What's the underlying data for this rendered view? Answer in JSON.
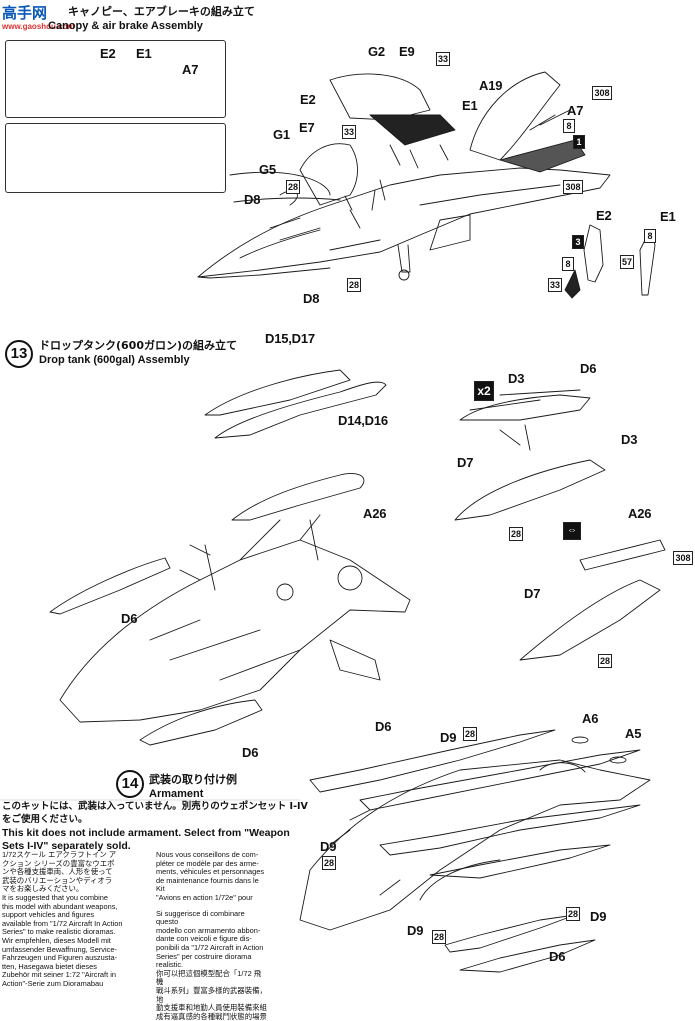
{
  "watermark": {
    "cn": "高手网",
    "url": "www.gaoshou.com"
  },
  "step12": {
    "title_jp": "キャノピー、エアブレーキの組み立て",
    "title_en": "Canopy & air brake Assembly"
  },
  "step13": {
    "number": "13",
    "title_jp": "ドロップタンク(600ガロン)の組み立て",
    "title_en": "Drop tank (600gal) Assembly"
  },
  "step14": {
    "number": "14",
    "title_jp": "武装の取り付け例",
    "title_en": "Armament"
  },
  "labels12": {
    "thumb_e2": "E2",
    "thumb_e1": "E1",
    "thumb_a7": "A7",
    "g2": "G2",
    "e9": "E9",
    "a19": "A19",
    "e2": "E2",
    "e1": "E1",
    "a7": "A7",
    "e7": "E7",
    "g1": "G1",
    "g5": "G5",
    "d8a": "D8",
    "d8b": "D8",
    "e2b": "E2",
    "e1b": "E1"
  },
  "boxes12": {
    "b33a": "33",
    "b33b": "33",
    "b308a": "308",
    "b8a": "8",
    "b1": "1",
    "b308b": "308",
    "b28a": "28",
    "b28b": "28",
    "b3": "3",
    "b8b": "8",
    "b33c": "33",
    "b8c": "8",
    "b57": "57"
  },
  "labels13": {
    "d15": "D15,D17",
    "d14": "D14,D16",
    "x2": "x2",
    "d3a": "D3",
    "d6a": "D6",
    "d3b": "D3",
    "d7a": "D7",
    "a26a": "A26",
    "d6b": "D6",
    "d6c": "D6",
    "a26b": "A26",
    "d7b": "D7"
  },
  "boxes13": {
    "b28a": "28",
    "b28b": "28",
    "b308": "308"
  },
  "labels14": {
    "d6a": "D6",
    "a6": "A6",
    "a5": "A5",
    "d9a": "D9",
    "d9b": "D9",
    "d9c": "D9",
    "d9d": "D9",
    "d6b": "D6"
  },
  "boxes14": {
    "b28a": "28",
    "b28b": "28",
    "b28c": "28",
    "b28d": "28"
  },
  "notice": {
    "jp": "このキットには、武装は入っていません。別売りのウェポンセット I-IVをご使用ください。",
    "en": "This kit does not include armament. Select from \"Weapon Sets I-IV\" separately sold."
  },
  "col1": [
    "1/72スケール エアクラフトイン ア",
    "クション シリーズの豊富なウエポ",
    "ンや各種支援車両、人形を使って",
    "武装のバリエーションやディオラ",
    "マをお楽しみください。",
    "It is suggested that you combine",
    "this model with abundant weapons,",
    "support    vehicles    and    figures",
    "available from \"1/72 Aircraft In Action",
    "Series\" to make realistic dioramas.",
    "Wir empfehlen, dieses Modell mit",
    "umfassender Bewaffnung, Service-",
    "Fahrzeugen und Figuren auszusta-",
    "tten,  Hasegawa  bietet  dieses",
    "Zubehör mit seiner 1:72 \"Aircraft in",
    "Action\"-Serie zum Dioramabau"
  ],
  "col2": [
    "Nous  vous  conseillons  de  com-",
    "pléter  ce  modèle  par  des  arme-",
    "ments, véhicules et personnages",
    "de maintenance fournis dans le Kit",
    "\"Avions  en  action  1/72e\"  pour",
    "Si suggerisce di combinare questo",
    "modello  con  armamento  abbon-",
    "dante con veicoli e figure dis-",
    "ponibili da \"1/72 Aircraft in Action",
    "Series\"  per  costruire  diorama",
    "realistic.",
    "你可以把這個模型配合「1/72 飛機",
    "戰斗系列」豐富多樣的武器裝備，地",
    "勤支援車和地勤人員使用裝備來組",
    "成有逼真感的各種戰鬥狀態的場景"
  ]
}
